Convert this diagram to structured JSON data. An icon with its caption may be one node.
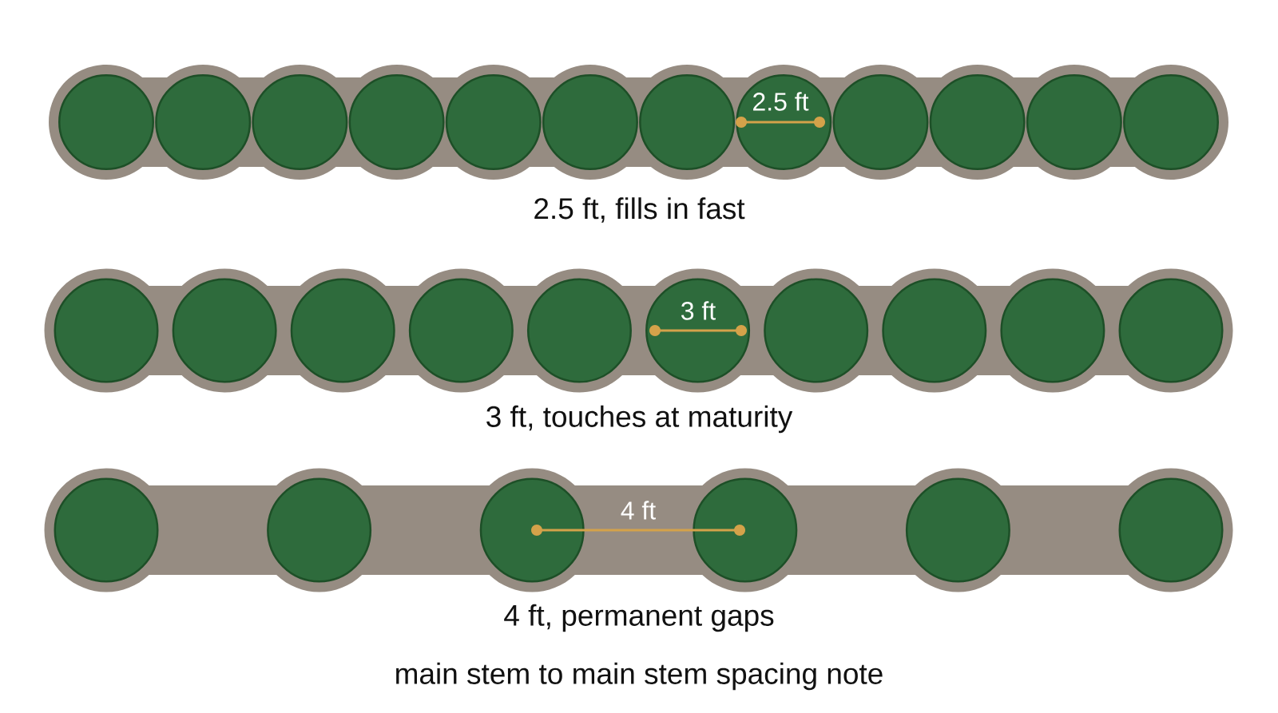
{
  "diagram": {
    "caption": "main stem to main stem spacing note",
    "nodes": [
      {
        "text": [],
        "shape": "bar",
        "beside": [
          "2.5 ft, fills in fast"
        ]
      },
      {
        "text": [],
        "shape": "circle",
        "in": 0
      },
      {
        "text": [],
        "shape": "circle",
        "in": 0
      },
      {
        "text": [],
        "shape": "circle",
        "in": 0
      },
      {
        "text": [],
        "shape": "circle",
        "in": 0
      },
      {
        "text": [],
        "shape": "circle",
        "in": 0
      },
      {
        "text": [],
        "shape": "circle",
        "in": 0
      },
      {
        "text": [],
        "shape": "circle",
        "in": 0
      },
      {
        "text": [],
        "shape": "circle",
        "in": 0
      },
      {
        "text": [],
        "shape": "circle",
        "in": 0
      },
      {
        "text": [],
        "shape": "circle",
        "in": 0
      },
      {
        "text": [],
        "shape": "circle",
        "in": 0
      },
      {
        "text": [],
        "shape": "circle",
        "in": 0
      },
      {
        "text": [],
        "shape": "bar",
        "beside": [
          "3 ft, touches at maturity"
        ]
      },
      {
        "text": [],
        "shape": "circle",
        "in": 13
      },
      {
        "text": [],
        "shape": "circle",
        "in": 13
      },
      {
        "text": [],
        "shape": "circle",
        "in": 13
      },
      {
        "text": [],
        "shape": "circle",
        "in": 13
      },
      {
        "text": [],
        "shape": "circle",
        "in": 13
      },
      {
        "text": [],
        "shape": "circle",
        "in": 13
      },
      {
        "text": [],
        "shape": "circle",
        "in": 13
      },
      {
        "text": [],
        "shape": "circle",
        "in": 13
      },
      {
        "text": [],
        "shape": "circle",
        "in": 13
      },
      {
        "text": [],
        "shape": "circle",
        "in": 13
      },
      {
        "text": [],
        "shape": "bar",
        "beside": [
          "4 ft, permanent gaps"
        ]
      },
      {
        "text": [],
        "shape": "circle",
        "in": 24
      },
      {
        "text": [],
        "shape": "circle",
        "in": 24
      },
      {
        "text": [],
        "shape": "circle",
        "in": 24
      },
      {
        "text": [],
        "shape": "circle",
        "in": 24
      },
      {
        "text": [],
        "shape": "circle",
        "in": 24
      },
      {
        "text": [],
        "shape": "circle",
        "in": 24
      }
    ],
    "labels": [
      "2.5 ft",
      "3 ft",
      "4 ft"
    ]
  }
}
